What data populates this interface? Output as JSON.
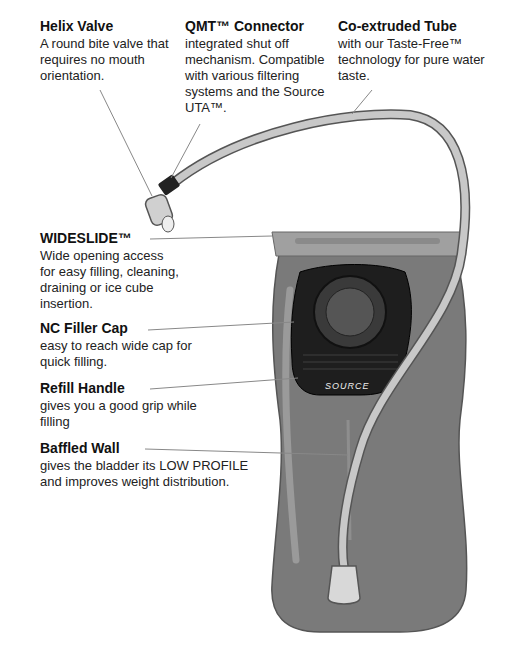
{
  "diagram": {
    "labels": [
      "Helix Valve",
      "A round bite valve that requires no mouth orientation.",
      "QMT™ Connector",
      "integrated shut off mechanism. Compatible with various filtering systems and the Source UTA™.",
      "Co-extruded Tube",
      "with our Taste-Free™ technology for pure water taste.",
      "WIDESLIDE™",
      "Wide opening access for easy filling, cleaning, draining or ice cube insertion.",
      "NC Filler Cap",
      "easy to reach wide cap for quick filling.",
      "Refill Handle",
      "gives you a good grip while filling",
      "Baffled Wall",
      "gives the bladder its LOW PROFILE and improves weight distribution.",
      "SOURCE"
    ]
  }
}
